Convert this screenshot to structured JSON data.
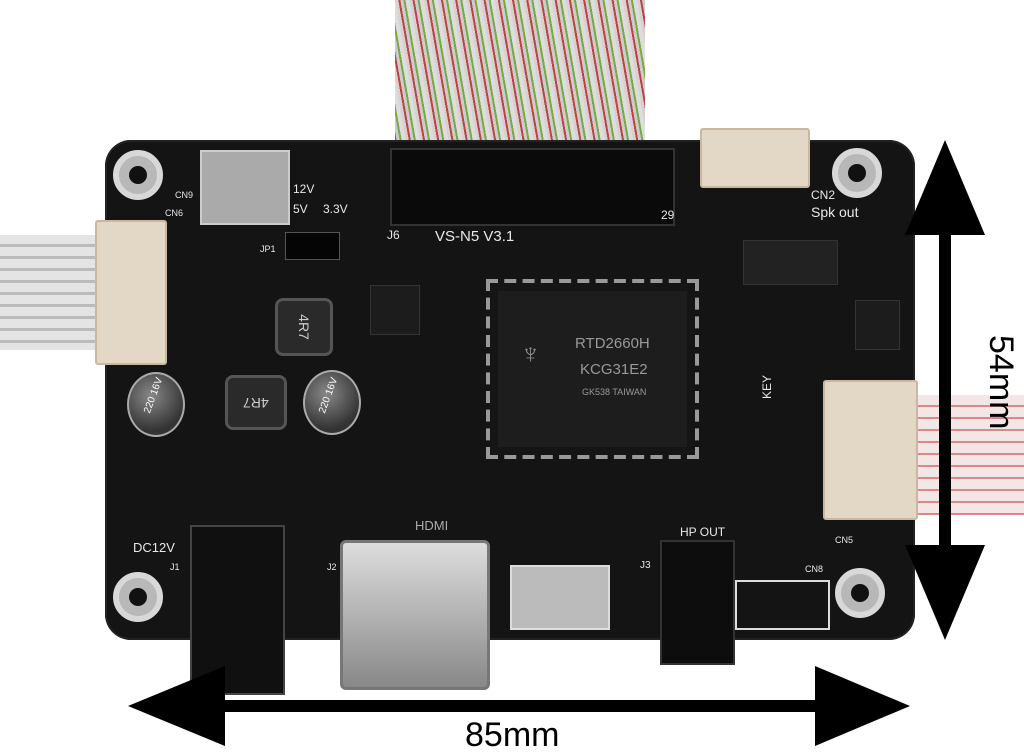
{
  "dimensions": {
    "width_label": "85mm",
    "height_label": "54mm"
  },
  "board": {
    "model": "VS-N5 V3.1",
    "chip": {
      "line1": "RTD2660H",
      "line2": "KCG31E2",
      "line3": "GK538 TAIWAN"
    },
    "labels": {
      "hdmi": "HDMI",
      "dc": "DC12V",
      "hp": "HP OUT",
      "key": "KEY",
      "spk": "Spk out",
      "cn2": "CN2",
      "cn9": "CN9",
      "cn6": "CN6",
      "cn5": "CN5",
      "cn8": "CN8",
      "j6": "J6",
      "jp1": "JP1",
      "j1": "J1",
      "j2": "J2",
      "j3": "J3",
      "v12": "12V",
      "v5": "5V",
      "v33": "3.3V",
      "pin29": "29"
    },
    "inductors": [
      "4R7",
      "4R7"
    ],
    "caps": [
      "220 16V",
      "220 16V"
    ]
  }
}
